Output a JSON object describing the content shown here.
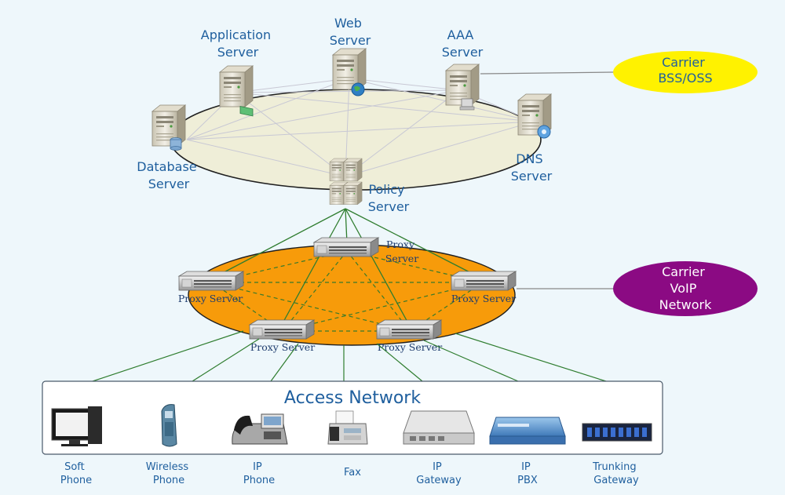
{
  "core_servers": {
    "application": [
      "Application",
      "Server"
    ],
    "web": [
      "Web",
      "Server"
    ],
    "aaa": [
      "AAA",
      "Server"
    ],
    "database": [
      "Database",
      "Server"
    ],
    "dns": [
      "DNS",
      "Server"
    ],
    "policy": [
      "Policy",
      "Server"
    ]
  },
  "carrier_bss": [
    "Carrier",
    "BSS/OSS"
  ],
  "carrier_voip": [
    "Carrier",
    "VoIP",
    "Network"
  ],
  "proxy": {
    "top": [
      "Proxy",
      "Server"
    ],
    "left": "Proxy Server",
    "right": "Proxy Server",
    "bottom_left": "Proxy Server",
    "bottom_right": "Proxy Server"
  },
  "access_network": {
    "title": "Access Network",
    "devices": [
      {
        "name": [
          "Soft",
          "Phone"
        ],
        "icon": "computer-icon"
      },
      {
        "name": [
          "Wireless",
          "Phone"
        ],
        "icon": "wireless-phone-icon"
      },
      {
        "name": [
          "IP",
          "Phone"
        ],
        "icon": "ip-phone-icon"
      },
      {
        "name": [
          "Fax"
        ],
        "icon": "fax-icon"
      },
      {
        "name": [
          "IP",
          "Gateway"
        ],
        "icon": "gateway-icon"
      },
      {
        "name": [
          "IP",
          "PBX"
        ],
        "icon": "pbx-icon"
      },
      {
        "name": [
          "Trunking",
          "Gateway"
        ],
        "icon": "trunking-gateway-icon"
      }
    ]
  },
  "colors": {
    "core_ring": "#efeed8",
    "voip_ring": "#f79b0a",
    "bss_ellipse": "#fff200",
    "voip_ellipse": "#8b0a83",
    "label_text": "#1f5f9e",
    "link_line": "#2f7d2f"
  }
}
